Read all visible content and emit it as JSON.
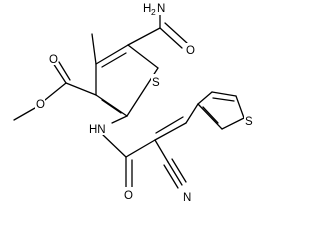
{
  "molecule": {
    "atoms": {
      "nh2_label": "H",
      "nh2_sub": "2",
      "nh2_n": "N",
      "amide_o1": "O",
      "ester_o_carbonyl": "O",
      "ester_o_ether": "O",
      "thiophene_s_main": "S",
      "thiophene_s_ring": "S",
      "nh_label": "HN",
      "amide_o2": "O",
      "nitrile_n": "N"
    }
  }
}
